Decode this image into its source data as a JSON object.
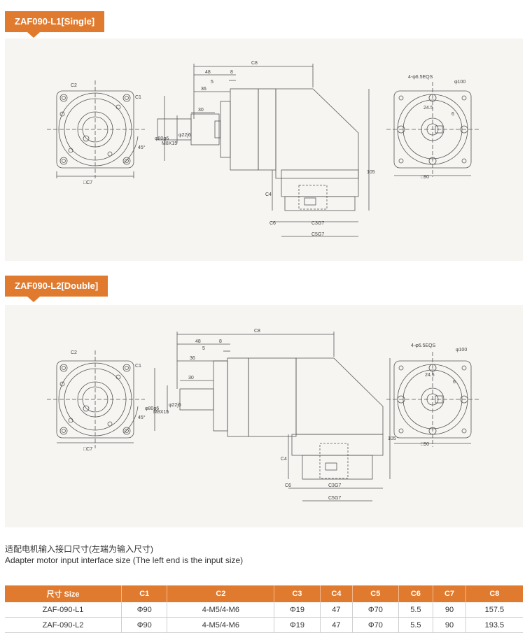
{
  "sections": [
    {
      "title": "ZAF090-L1[Single]",
      "labels": {
        "c2": "C2",
        "c1": "C1",
        "c7": "□C7",
        "angle": "45°",
        "c8": "C8",
        "d48": "48",
        "d8": "8",
        "d5": "5",
        "d36": "36",
        "d30": "30",
        "shaft_tol": "φ22j6",
        "pilot": "φ80g6",
        "thread": "M8X15",
        "h105": "105",
        "c4": "C4",
        "c6": "C6",
        "c3": "C3G7",
        "c5": "C5G7",
        "bolts": "4-φ6.5EQS",
        "pcd": "φ100",
        "key": "24.5",
        "key_w": "6",
        "sq90": "□90"
      }
    },
    {
      "title": "ZAF090-L2[Double]",
      "labels": {
        "c2": "C2",
        "c1": "C1",
        "c7": "□C7",
        "angle": "45°",
        "c8": "C8",
        "d48": "48",
        "d8": "8",
        "d5": "5",
        "d36": "36",
        "d30": "30",
        "shaft_tol": "φ22j6",
        "pilot": "φ80g6",
        "thread": "M8X15",
        "h105": "105",
        "c4": "C4",
        "c6": "C6",
        "c3": "C3G7",
        "c5": "C5G7",
        "bolts": "4-φ6.5EQS",
        "pcd": "φ100",
        "key": "24.5",
        "key_w": "6",
        "sq90": "□90"
      }
    }
  ],
  "caption": {
    "cn": "适配电机输入接口尺寸(左端为输入尺寸)",
    "en": "Adapter motor input interface size (The left end is the input size)"
  },
  "table": {
    "headers": [
      "尺寸 Size",
      "C1",
      "C2",
      "C3",
      "C4",
      "C5",
      "C6",
      "C7",
      "C8"
    ],
    "rows": [
      [
        "ZAF-090-L1",
        "Φ90",
        "4-M5/4-M6",
        "Φ19",
        "47",
        "Φ70",
        "5.5",
        "90",
        "157.5"
      ],
      [
        "ZAF-090-L2",
        "Φ90",
        "4-M5/4-M6",
        "Φ19",
        "47",
        "Φ70",
        "5.5",
        "90",
        "193.5"
      ]
    ]
  },
  "colors": {
    "accent": "#e07a2e",
    "panel": "#f7f5f2",
    "line": "#555555"
  }
}
